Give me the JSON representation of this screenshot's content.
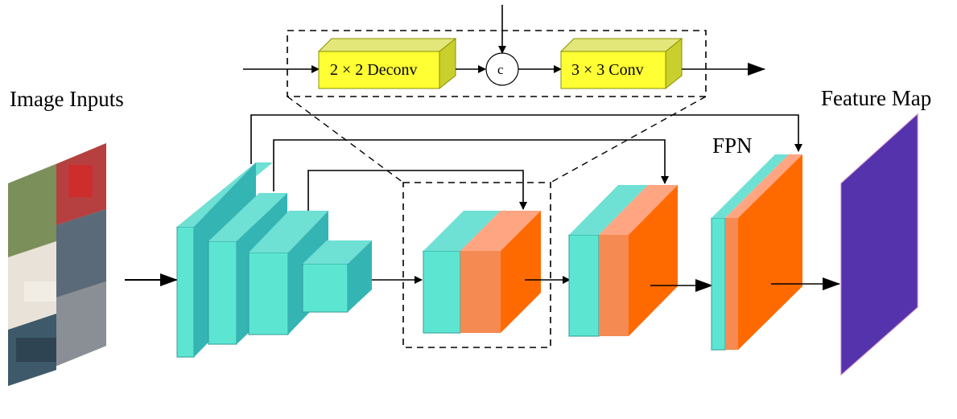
{
  "labels": {
    "image_inputs": "Image Inputs",
    "feature_map": "Feature Map",
    "fpn": "FPN",
    "deconv": "2 × 2 Deconv",
    "conv": "3 × 3 Conv",
    "concat": "c"
  },
  "colors": {
    "backbone_front": "#5ce6d2",
    "backbone_top": "#6fe0d4",
    "backbone_side": "#35b4b4",
    "orange_front": "#ff6a00",
    "orange_top": "#ffa582",
    "orange_side": "#f58a52",
    "module_yellow": "#ffff33",
    "module_yellow_top": "#e3e77a",
    "module_yellow_side": "#c9d02d",
    "feature_map": "#5433ad"
  },
  "icons": {
    "input_photo": "street-scene-photo-icon"
  }
}
